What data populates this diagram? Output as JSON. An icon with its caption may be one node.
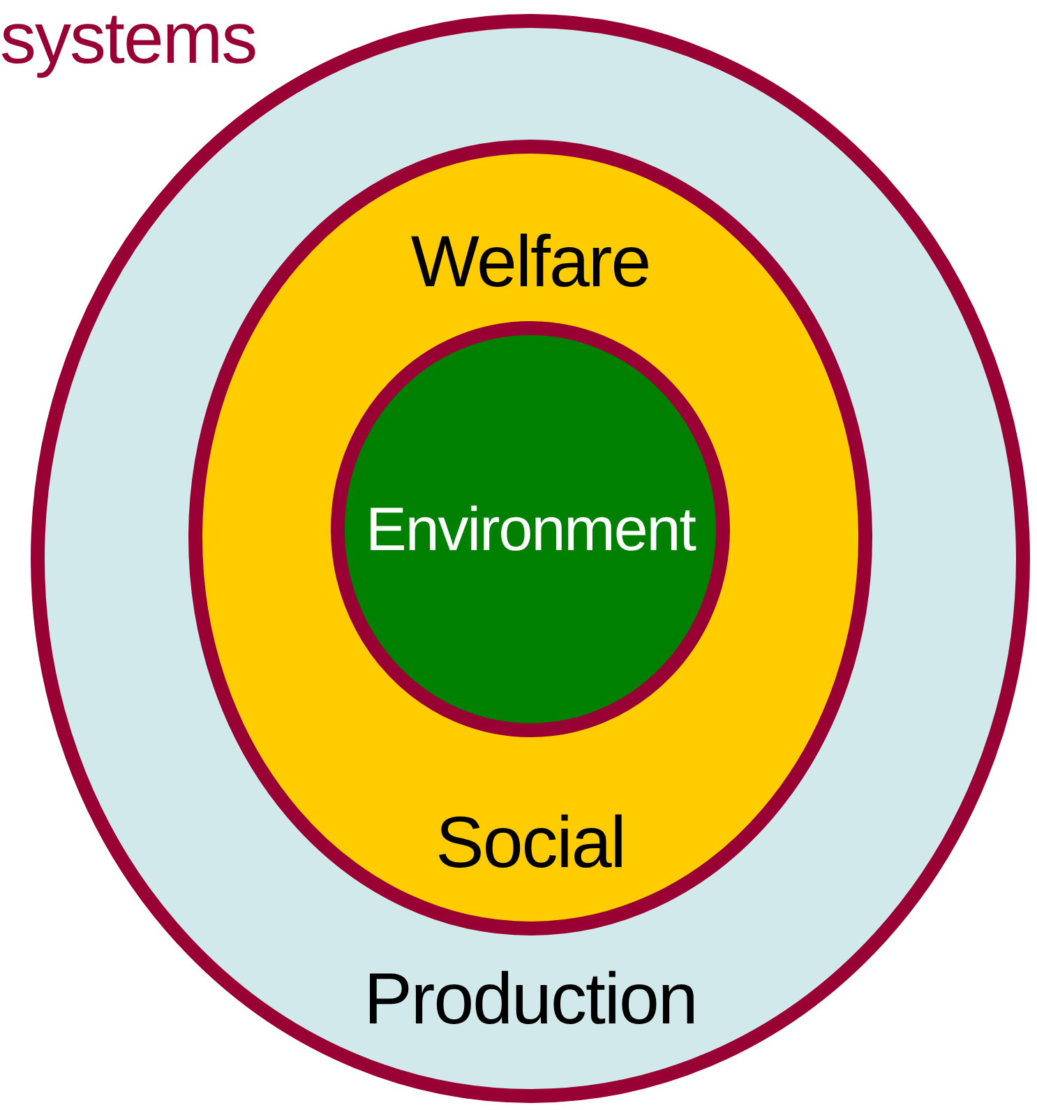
{
  "diagram": {
    "nodes": [
      {
        "text": [
          "Production"
        ]
      },
      {
        "text": [
          "Welfare",
          "Social"
        ],
        "in": 0
      },
      {
        "text": [
          "Environment"
        ],
        "in": 1
      }
    ],
    "labels": [
      "systems"
    ]
  }
}
